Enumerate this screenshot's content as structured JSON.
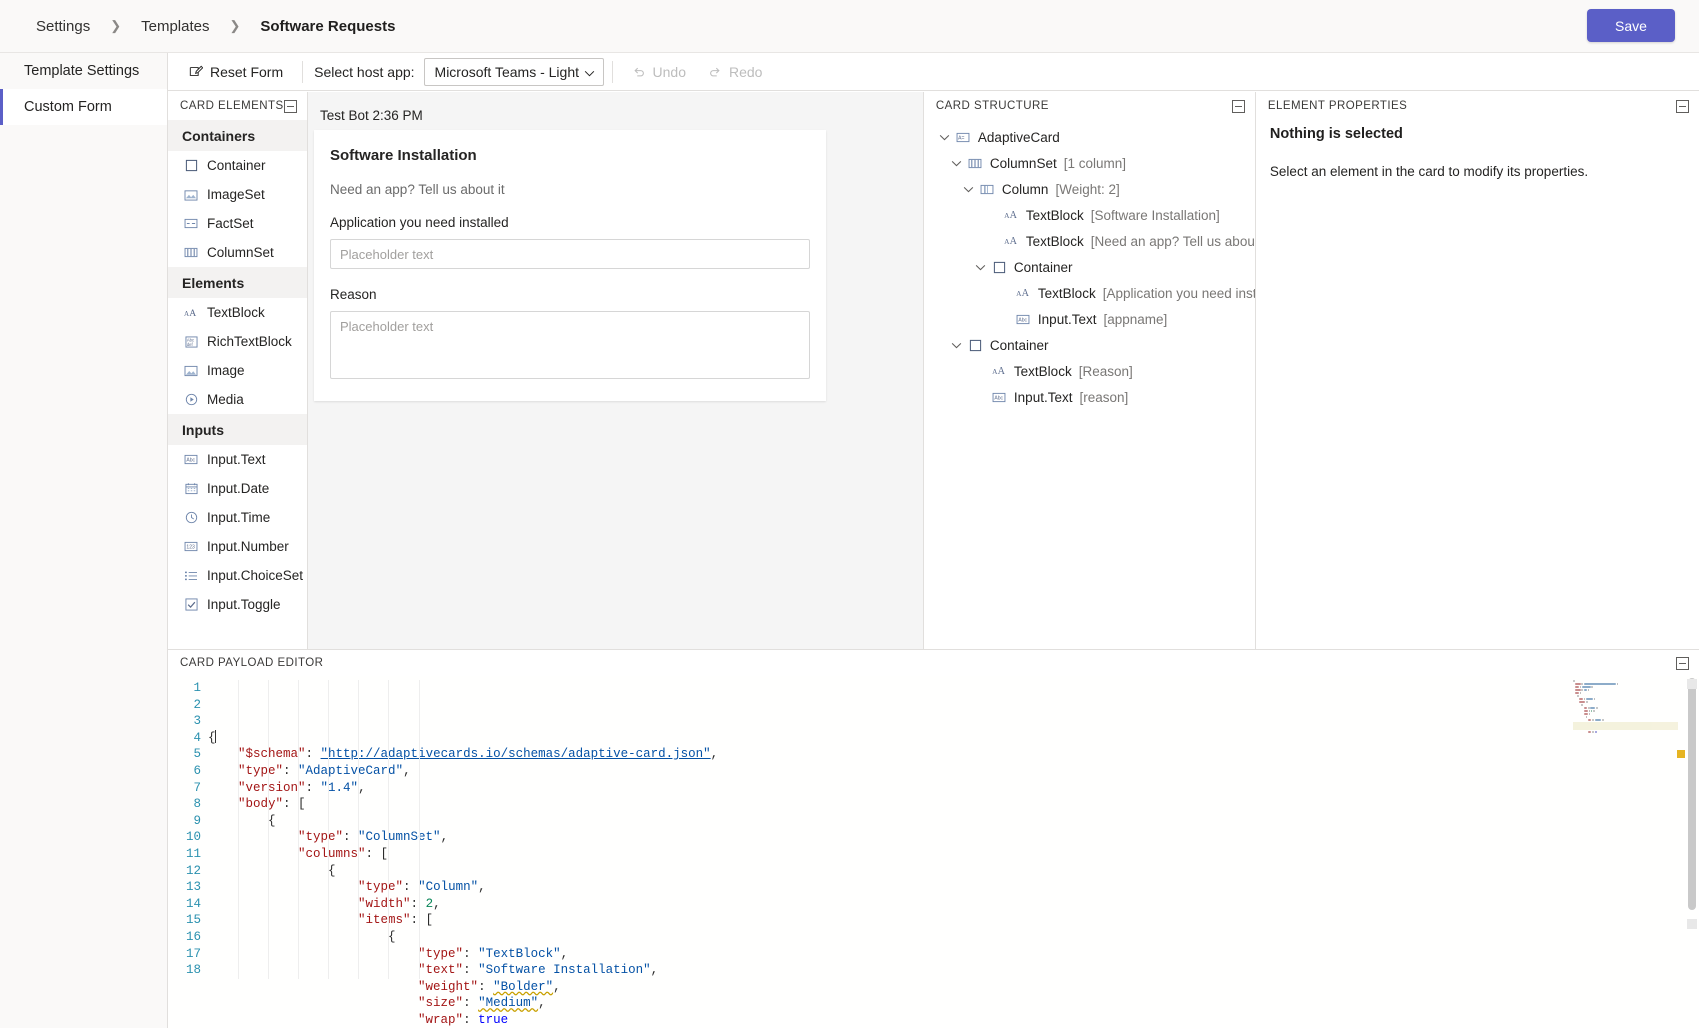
{
  "topbar": {
    "breadcrumb": [
      "Settings",
      "Templates",
      "Software Requests"
    ],
    "separator": "❯",
    "save_label": "Save",
    "accent_color": "#5b5fc7"
  },
  "leftnav": {
    "items": [
      {
        "label": "Template Settings",
        "selected": false
      },
      {
        "label": "Custom Form",
        "selected": true
      }
    ]
  },
  "toolbar": {
    "reset_label": "Reset Form",
    "host_app_label": "Select host app:",
    "host_app_value": "Microsoft Teams - Light",
    "undo_label": "Undo",
    "redo_label": "Redo"
  },
  "card_elements": {
    "panel_title": "CARD ELEMENTS",
    "groups": [
      {
        "name": "Containers",
        "items": [
          {
            "label": "Container",
            "icon": "container-icon"
          },
          {
            "label": "ImageSet",
            "icon": "imageset-icon"
          },
          {
            "label": "FactSet",
            "icon": "factset-icon"
          },
          {
            "label": "ColumnSet",
            "icon": "columnset-icon"
          }
        ]
      },
      {
        "name": "Elements",
        "items": [
          {
            "label": "TextBlock",
            "icon": "textblock-icon"
          },
          {
            "label": "RichTextBlock",
            "icon": "richtextblock-icon"
          },
          {
            "label": "Image",
            "icon": "image-icon"
          },
          {
            "label": "Media",
            "icon": "media-icon"
          }
        ]
      },
      {
        "name": "Inputs",
        "items": [
          {
            "label": "Input.Text",
            "icon": "input-text-icon"
          },
          {
            "label": "Input.Date",
            "icon": "input-date-icon"
          },
          {
            "label": "Input.Time",
            "icon": "input-time-icon"
          },
          {
            "label": "Input.Number",
            "icon": "input-number-icon"
          },
          {
            "label": "Input.ChoiceSet",
            "icon": "input-choiceset-icon"
          },
          {
            "label": "Input.Toggle",
            "icon": "input-toggle-icon"
          }
        ]
      }
    ]
  },
  "preview": {
    "bot_line": "Test Bot 2:36 PM",
    "card": {
      "title": "Software Installation",
      "subtitle": "Need an app? Tell us about it",
      "field1_label": "Application you need installed",
      "field1_placeholder": "Placeholder text",
      "field2_label": "Reason",
      "field2_placeholder": "Placeholder text"
    }
  },
  "card_structure": {
    "panel_title": "CARD STRUCTURE",
    "nodes": [
      {
        "indent": 0,
        "chevron": true,
        "icon": "adaptivecard-icon",
        "name": "AdaptiveCard",
        "meta": ""
      },
      {
        "indent": 1,
        "chevron": true,
        "icon": "columnset-icon",
        "name": "ColumnSet",
        "meta": "[1 column]"
      },
      {
        "indent": 2,
        "chevron": true,
        "icon": "column-icon",
        "name": "Column",
        "meta": "[Weight: 2]"
      },
      {
        "indent": 4,
        "chevron": false,
        "icon": "textblock-icon",
        "name": "TextBlock",
        "meta": "[Software Installation]"
      },
      {
        "indent": 4,
        "chevron": false,
        "icon": "textblock-icon",
        "name": "TextBlock",
        "meta": "[Need an app? Tell us about it]"
      },
      {
        "indent": 3,
        "chevron": true,
        "icon": "container-icon",
        "name": "Container",
        "meta": ""
      },
      {
        "indent": 5,
        "chevron": false,
        "icon": "textblock-icon",
        "name": "TextBlock",
        "meta": "[Application you need installed]"
      },
      {
        "indent": 5,
        "chevron": false,
        "icon": "input-text-icon",
        "name": "Input.Text",
        "meta": "[appname]"
      },
      {
        "indent": 1,
        "chevron": true,
        "icon": "container-icon",
        "name": "Container",
        "meta": ""
      },
      {
        "indent": 3,
        "chevron": false,
        "icon": "textblock-icon",
        "name": "TextBlock",
        "meta": "[Reason]"
      },
      {
        "indent": 3,
        "chevron": false,
        "icon": "input-text-icon",
        "name": "Input.Text",
        "meta": "[reason]"
      }
    ]
  },
  "element_properties": {
    "panel_title": "ELEMENT PROPERTIES",
    "heading": "Nothing is selected",
    "description": "Select an element in the card to modify its properties."
  },
  "payload_editor": {
    "panel_title": "CARD PAYLOAD EDITOR",
    "lines": [
      {
        "n": 1,
        "indent": 0,
        "tokens": [
          {
            "t": "p",
            "v": "{"
          },
          {
            "t": "caret",
            "v": ""
          }
        ]
      },
      {
        "n": 2,
        "indent": 1,
        "tokens": [
          {
            "t": "k",
            "v": "\"$schema\""
          },
          {
            "t": "p",
            "v": ": "
          },
          {
            "t": "lnk",
            "v": "\"http://adaptivecards.io/schemas/adaptive-card.json\""
          },
          {
            "t": "p",
            "v": ","
          }
        ]
      },
      {
        "n": 3,
        "indent": 1,
        "tokens": [
          {
            "t": "k",
            "v": "\"type\""
          },
          {
            "t": "p",
            "v": ": "
          },
          {
            "t": "s",
            "v": "\"AdaptiveCard\""
          },
          {
            "t": "p",
            "v": ","
          }
        ]
      },
      {
        "n": 4,
        "indent": 1,
        "tokens": [
          {
            "t": "k",
            "v": "\"version\""
          },
          {
            "t": "p",
            "v": ": "
          },
          {
            "t": "s",
            "v": "\"1.4\""
          },
          {
            "t": "p",
            "v": ","
          }
        ]
      },
      {
        "n": 5,
        "indent": 1,
        "tokens": [
          {
            "t": "k",
            "v": "\"body\""
          },
          {
            "t": "p",
            "v": ": ["
          }
        ]
      },
      {
        "n": 6,
        "indent": 2,
        "tokens": [
          {
            "t": "p",
            "v": "{"
          }
        ]
      },
      {
        "n": 7,
        "indent": 3,
        "tokens": [
          {
            "t": "k",
            "v": "\"type\""
          },
          {
            "t": "p",
            "v": ": "
          },
          {
            "t": "s",
            "v": "\"ColumnSet\""
          },
          {
            "t": "p",
            "v": ","
          }
        ]
      },
      {
        "n": 8,
        "indent": 3,
        "tokens": [
          {
            "t": "k",
            "v": "\"columns\""
          },
          {
            "t": "p",
            "v": ": ["
          }
        ]
      },
      {
        "n": 9,
        "indent": 4,
        "tokens": [
          {
            "t": "p",
            "v": "{"
          }
        ]
      },
      {
        "n": 10,
        "indent": 5,
        "tokens": [
          {
            "t": "k",
            "v": "\"type\""
          },
          {
            "t": "p",
            "v": ": "
          },
          {
            "t": "s",
            "v": "\"Column\""
          },
          {
            "t": "p",
            "v": ","
          }
        ]
      },
      {
        "n": 11,
        "indent": 5,
        "tokens": [
          {
            "t": "k",
            "v": "\"width\""
          },
          {
            "t": "p",
            "v": ": "
          },
          {
            "t": "n",
            "v": "2"
          },
          {
            "t": "p",
            "v": ","
          }
        ]
      },
      {
        "n": 12,
        "indent": 5,
        "tokens": [
          {
            "t": "k",
            "v": "\"items\""
          },
          {
            "t": "p",
            "v": ": ["
          }
        ]
      },
      {
        "n": 13,
        "indent": 6,
        "tokens": [
          {
            "t": "p",
            "v": "{"
          }
        ]
      },
      {
        "n": 14,
        "indent": 7,
        "tokens": [
          {
            "t": "k",
            "v": "\"type\""
          },
          {
            "t": "p",
            "v": ": "
          },
          {
            "t": "s",
            "v": "\"TextBlock\""
          },
          {
            "t": "p",
            "v": ","
          }
        ]
      },
      {
        "n": 15,
        "indent": 7,
        "tokens": [
          {
            "t": "k",
            "v": "\"text\""
          },
          {
            "t": "p",
            "v": ": "
          },
          {
            "t": "s",
            "v": "\"Software Installation\""
          },
          {
            "t": "p",
            "v": ","
          }
        ]
      },
      {
        "n": 16,
        "indent": 7,
        "tokens": [
          {
            "t": "k",
            "v": "\"weight\""
          },
          {
            "t": "p",
            "v": ": "
          },
          {
            "t": "sq",
            "v": "\"Bolder\""
          },
          {
            "t": "p",
            "v": ","
          }
        ]
      },
      {
        "n": 17,
        "indent": 7,
        "tokens": [
          {
            "t": "k",
            "v": "\"size\""
          },
          {
            "t": "p",
            "v": ": "
          },
          {
            "t": "sq",
            "v": "\"Medium\""
          },
          {
            "t": "p",
            "v": ","
          }
        ]
      },
      {
        "n": 18,
        "indent": 7,
        "tokens": [
          {
            "t": "k",
            "v": "\"wrap\""
          },
          {
            "t": "p",
            "v": ": "
          },
          {
            "t": "b",
            "v": "true"
          }
        ]
      }
    ]
  }
}
